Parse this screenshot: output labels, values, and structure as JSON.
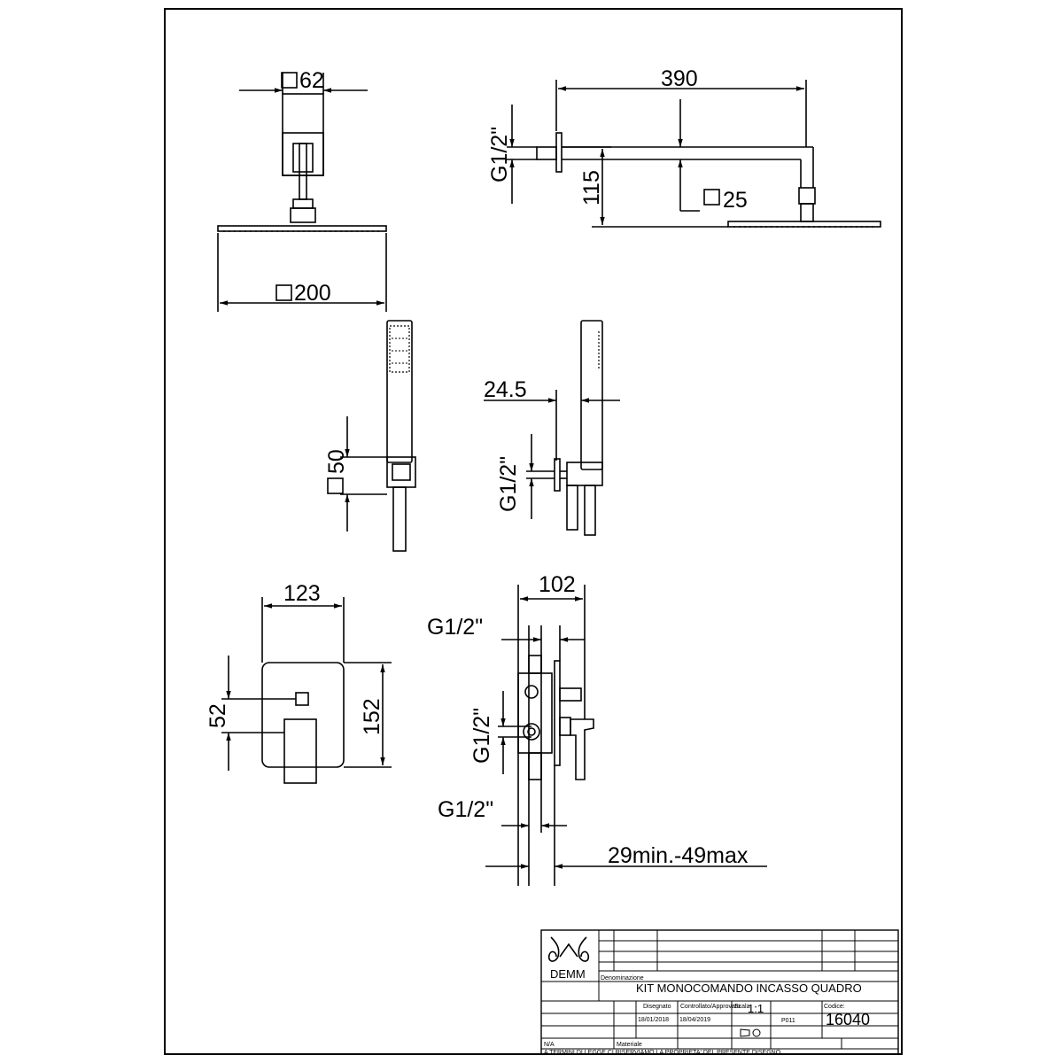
{
  "dimensions": {
    "d62": "62",
    "d390": "390",
    "d25": "25",
    "d115": "115",
    "d200": "200",
    "g12_arm": "G1/2\"",
    "d50": "50",
    "d24_5": "24.5",
    "g12_hand": "G1/2\"",
    "d123": "123",
    "d102": "102",
    "d52": "52",
    "d152": "152",
    "g12_top": "G1/2\"",
    "g12_mid": "G1/2\"",
    "g12_bot": "G1/2\"",
    "depth": "29min.-49max"
  },
  "title_block": {
    "brand": "DEMM",
    "product_title": "KIT MONOCOMANDO INCASSO QUADRO",
    "label_denominazione": "Denominazione",
    "label_disegnato": "Disegnato",
    "label_controllato": "Controllato/Approvato",
    "label_scala": "Scala",
    "scale": "1:1",
    "label_codice": "Codice:",
    "code": "16040",
    "tolerance": "P011",
    "date_drawn": "18/01/2018",
    "date_checked": "18/04/2019",
    "label_materiale": "Materiale",
    "material": "N/A",
    "footer_note": "A TERMINI DI LEGGE CI RISERVIAMO LA PROPRIETA' DEL PRESENTE DISEGNO"
  }
}
